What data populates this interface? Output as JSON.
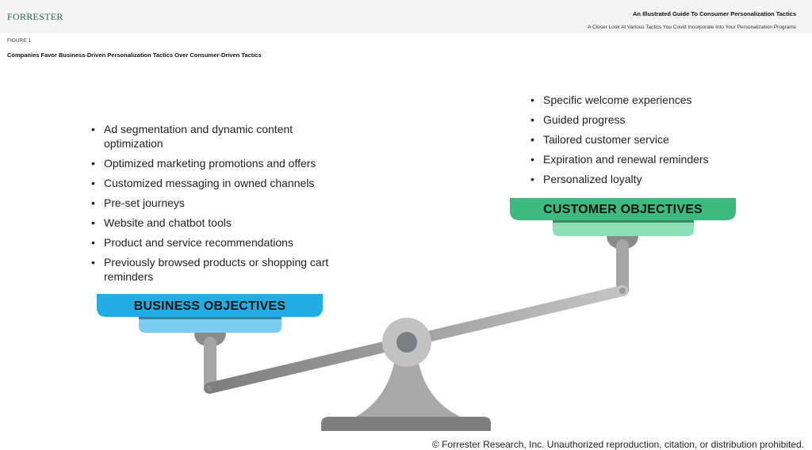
{
  "header": {
    "logo": "FORRESTER",
    "title": "An Illustrated Guide To Consumer Personalization Tactics",
    "subtitle": "A Closer Look At Various Tactics You Could Incorporate Into Your Personalization Programs"
  },
  "figure": {
    "label": "FIGURE 1",
    "title": "Companies Favor Business-Driven Personalization Tactics Over Consumer-Driven Tactics"
  },
  "business": {
    "label": "BUSINESS OBJECTIVES",
    "color": "#22aee5",
    "items": [
      "Ad segmentation and dynamic content optimization",
      "Optimized marketing promotions and offers",
      "Customized messaging in owned channels",
      "Pre-set journeys",
      "Website and chatbot tools",
      "Product and service recommendations",
      "Previously browsed products or shopping cart reminders"
    ]
  },
  "customer": {
    "label": "CUSTOMER OBJECTIVES",
    "color": "#3dbb7f",
    "items": [
      "Specific welcome experiences",
      "Guided progress",
      "Tailored customer service",
      "Expiration and renewal reminders",
      "Personalized loyalty"
    ]
  },
  "footer": {
    "copyright": "© Forrester Research, Inc. Unauthorized reproduction, citation, or distribution prohibited."
  }
}
